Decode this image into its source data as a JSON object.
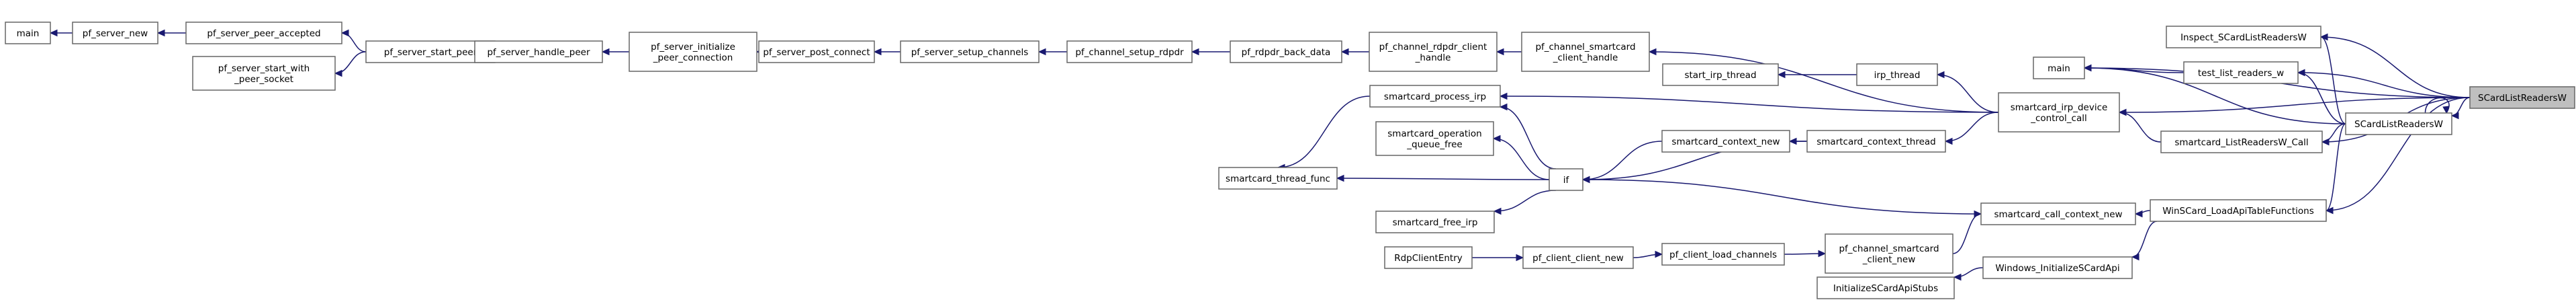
{
  "graph": {
    "title": "",
    "colors": {
      "edge": "#191970",
      "node_border": "#666666",
      "node_fill": "#ffffff",
      "target_fill": "#bfbfbf"
    },
    "nodes": [
      {
        "id": "main1",
        "lines": [
          "main"
        ]
      },
      {
        "id": "pf_server_new",
        "lines": [
          "pf_server_new"
        ]
      },
      {
        "id": "pf_server_peer_accepted",
        "lines": [
          "pf_server_peer_accepted"
        ]
      },
      {
        "id": "pf_server_start_with_peer_socket",
        "lines": [
          "pf_server_start_with",
          "_peer_socket"
        ]
      },
      {
        "id": "pf_server_start_peer",
        "lines": [
          "pf_server_start_peer"
        ]
      },
      {
        "id": "pf_server_handle_peer",
        "lines": [
          "pf_server_handle_peer"
        ]
      },
      {
        "id": "pf_server_initialize_peer_connection",
        "lines": [
          "pf_server_initialize",
          "_peer_connection"
        ]
      },
      {
        "id": "pf_server_post_connect",
        "lines": [
          "pf_server_post_connect"
        ]
      },
      {
        "id": "pf_server_setup_channels",
        "lines": [
          "pf_server_setup_channels"
        ]
      },
      {
        "id": "pf_channel_setup_rdpdr",
        "lines": [
          "pf_channel_setup_rdpdr"
        ]
      },
      {
        "id": "pf_rdpdr_back_data",
        "lines": [
          "pf_rdpdr_back_data"
        ]
      },
      {
        "id": "pf_channel_rdpdr_client_handle",
        "lines": [
          "pf_channel_rdpdr_client",
          "_handle"
        ]
      },
      {
        "id": "pf_channel_smartcard_client_handle",
        "lines": [
          "pf_channel_smartcard",
          "_client_handle"
        ]
      },
      {
        "id": "start_irp_thread",
        "lines": [
          "start_irp_thread"
        ]
      },
      {
        "id": "irp_thread",
        "lines": [
          "irp_thread"
        ]
      },
      {
        "id": "smartcard_process_irp",
        "lines": [
          "smartcard_process_irp"
        ]
      },
      {
        "id": "smartcard_operation_queue_free",
        "lines": [
          "smartcard_operation",
          "_queue_free"
        ]
      },
      {
        "id": "smartcard_thread_func",
        "lines": [
          "smartcard_thread_func"
        ]
      },
      {
        "id": "smartcard_free_irp",
        "lines": [
          "smartcard_free_irp"
        ]
      },
      {
        "id": "if",
        "lines": [
          "if"
        ]
      },
      {
        "id": "smartcard_context_new",
        "lines": [
          "smartcard_context_new"
        ]
      },
      {
        "id": "smartcard_context_thread",
        "lines": [
          "smartcard_context_thread"
        ]
      },
      {
        "id": "smartcard_irp_device_control_call",
        "lines": [
          "smartcard_irp_device",
          "_control_call"
        ]
      },
      {
        "id": "smartcard_call_context_new",
        "lines": [
          "smartcard_call_context_new"
        ]
      },
      {
        "id": "RdpClientEntry",
        "lines": [
          "RdpClientEntry"
        ]
      },
      {
        "id": "pf_client_client_new",
        "lines": [
          "pf_client_client_new"
        ]
      },
      {
        "id": "pf_client_load_channels",
        "lines": [
          "pf_client_load_channels"
        ]
      },
      {
        "id": "pf_channel_smartcard_client_new",
        "lines": [
          "pf_channel_smartcard",
          "_client_new"
        ]
      },
      {
        "id": "InitializeSCardApiStubs",
        "lines": [
          "InitializeSCardApiStubs"
        ]
      },
      {
        "id": "Windows_InitializeSCardApi",
        "lines": [
          "Windows_InitializeSCardApi"
        ]
      },
      {
        "id": "main2",
        "lines": [
          "main"
        ]
      },
      {
        "id": "Inspect_SCardListReadersW",
        "lines": [
          "Inspect_SCardListReadersW"
        ]
      },
      {
        "id": "test_list_readers_w",
        "lines": [
          "test_list_readers_w"
        ]
      },
      {
        "id": "smartcard_ListReadersW_Call",
        "lines": [
          "smartcard_ListReadersW_Call"
        ]
      },
      {
        "id": "WinSCard_LoadApiTableFunctions",
        "lines": [
          "WinSCard_LoadApiTableFunctions"
        ]
      },
      {
        "id": "SCardListReadersW_mid",
        "lines": [
          "SCardListReadersW"
        ]
      },
      {
        "id": "SCardListReadersW",
        "lines": [
          "SCardListReadersW"
        ]
      }
    ],
    "edges": [
      {
        "from": "pf_server_new",
        "to": "main1"
      },
      {
        "from": "pf_server_peer_accepted",
        "to": "pf_server_new"
      },
      {
        "from": "pf_server_start_peer",
        "to": "pf_server_peer_accepted"
      },
      {
        "from": "pf_server_start_peer",
        "to": "pf_server_start_with_peer_socket"
      },
      {
        "from": "pf_server_handle_peer",
        "to": "pf_server_start_peer"
      },
      {
        "from": "pf_server_initialize_peer_connection",
        "to": "pf_server_handle_peer"
      },
      {
        "from": "pf_server_post_connect",
        "to": "pf_server_initialize_peer_connection"
      },
      {
        "from": "pf_server_setup_channels",
        "to": "pf_server_post_connect"
      },
      {
        "from": "pf_channel_setup_rdpdr",
        "to": "pf_server_setup_channels"
      },
      {
        "from": "pf_rdpdr_back_data",
        "to": "pf_channel_setup_rdpdr"
      },
      {
        "from": "pf_channel_rdpdr_client_handle",
        "to": "pf_rdpdr_back_data"
      },
      {
        "from": "pf_channel_smartcard_client_handle",
        "to": "pf_channel_rdpdr_client_handle"
      },
      {
        "from": "smartcard_irp_device_control_call",
        "to": "pf_channel_smartcard_client_handle"
      },
      {
        "from": "irp_thread",
        "to": "start_irp_thread"
      },
      {
        "from": "smartcard_irp_device_control_call",
        "to": "irp_thread"
      },
      {
        "from": "smartcard_irp_device_control_call",
        "to": "smartcard_process_irp"
      },
      {
        "from": "if",
        "to": "smartcard_process_irp"
      },
      {
        "from": "if",
        "to": "smartcard_operation_queue_free"
      },
      {
        "from": "if",
        "to": "smartcard_thread_func"
      },
      {
        "from": "if",
        "to": "smartcard_free_irp"
      },
      {
        "from": "smartcard_process_irp",
        "to": "smartcard_thread_func"
      },
      {
        "from": "smartcard_context_new",
        "to": "if"
      },
      {
        "from": "smartcard_context_thread",
        "to": "smartcard_context_new"
      },
      {
        "from": "smartcard_context_thread",
        "to": "if"
      },
      {
        "from": "smartcard_irp_device_control_call",
        "to": "smartcard_context_thread"
      },
      {
        "from": "smartcard_call_context_new",
        "to": "if"
      },
      {
        "from": "pf_channel_smartcard_client_new",
        "to": "smartcard_call_context_new"
      },
      {
        "from": "pf_client_load_channels",
        "to": "pf_channel_smartcard_client_new"
      },
      {
        "from": "pf_client_client_new",
        "to": "pf_client_load_channels"
      },
      {
        "from": "RdpClientEntry",
        "to": "pf_client_client_new"
      },
      {
        "from": "Windows_InitializeSCardApi",
        "to": "InitializeSCardApiStubs"
      },
      {
        "from": "WinSCard_LoadApiTableFunctions",
        "to": "smartcard_call_context_new"
      },
      {
        "from": "WinSCard_LoadApiTableFunctions",
        "to": "Windows_InitializeSCardApi"
      },
      {
        "from": "smartcard_ListReadersW_Call",
        "to": "smartcard_irp_device_control_call"
      },
      {
        "from": "SCardListReadersW_mid",
        "to": "main2"
      },
      {
        "from": "SCardListReadersW_mid",
        "to": "Inspect_SCardListReadersW"
      },
      {
        "from": "SCardListReadersW_mid",
        "to": "test_list_readers_w"
      },
      {
        "from": "SCardListReadersW_mid",
        "to": "smartcard_ListReadersW_Call"
      },
      {
        "from": "SCardListReadersW_mid",
        "to": "WinSCard_LoadApiTableFunctions"
      },
      {
        "from": "SCardListReadersW_mid",
        "to": "SCardListReadersW_mid"
      },
      {
        "from": "test_list_readers_w",
        "to": "main2"
      },
      {
        "from": "SCardListReadersW",
        "to": "main2"
      },
      {
        "from": "SCardListReadersW",
        "to": "Inspect_SCardListReadersW"
      },
      {
        "from": "SCardListReadersW",
        "to": "test_list_readers_w"
      },
      {
        "from": "SCardListReadersW",
        "to": "SCardListReadersW_mid"
      },
      {
        "from": "SCardListReadersW",
        "to": "smartcard_ListReadersW_Call"
      },
      {
        "from": "SCardListReadersW",
        "to": "smartcard_irp_device_control_call"
      },
      {
        "from": "SCardListReadersW",
        "to": "WinSCard_LoadApiTableFunctions"
      }
    ]
  }
}
